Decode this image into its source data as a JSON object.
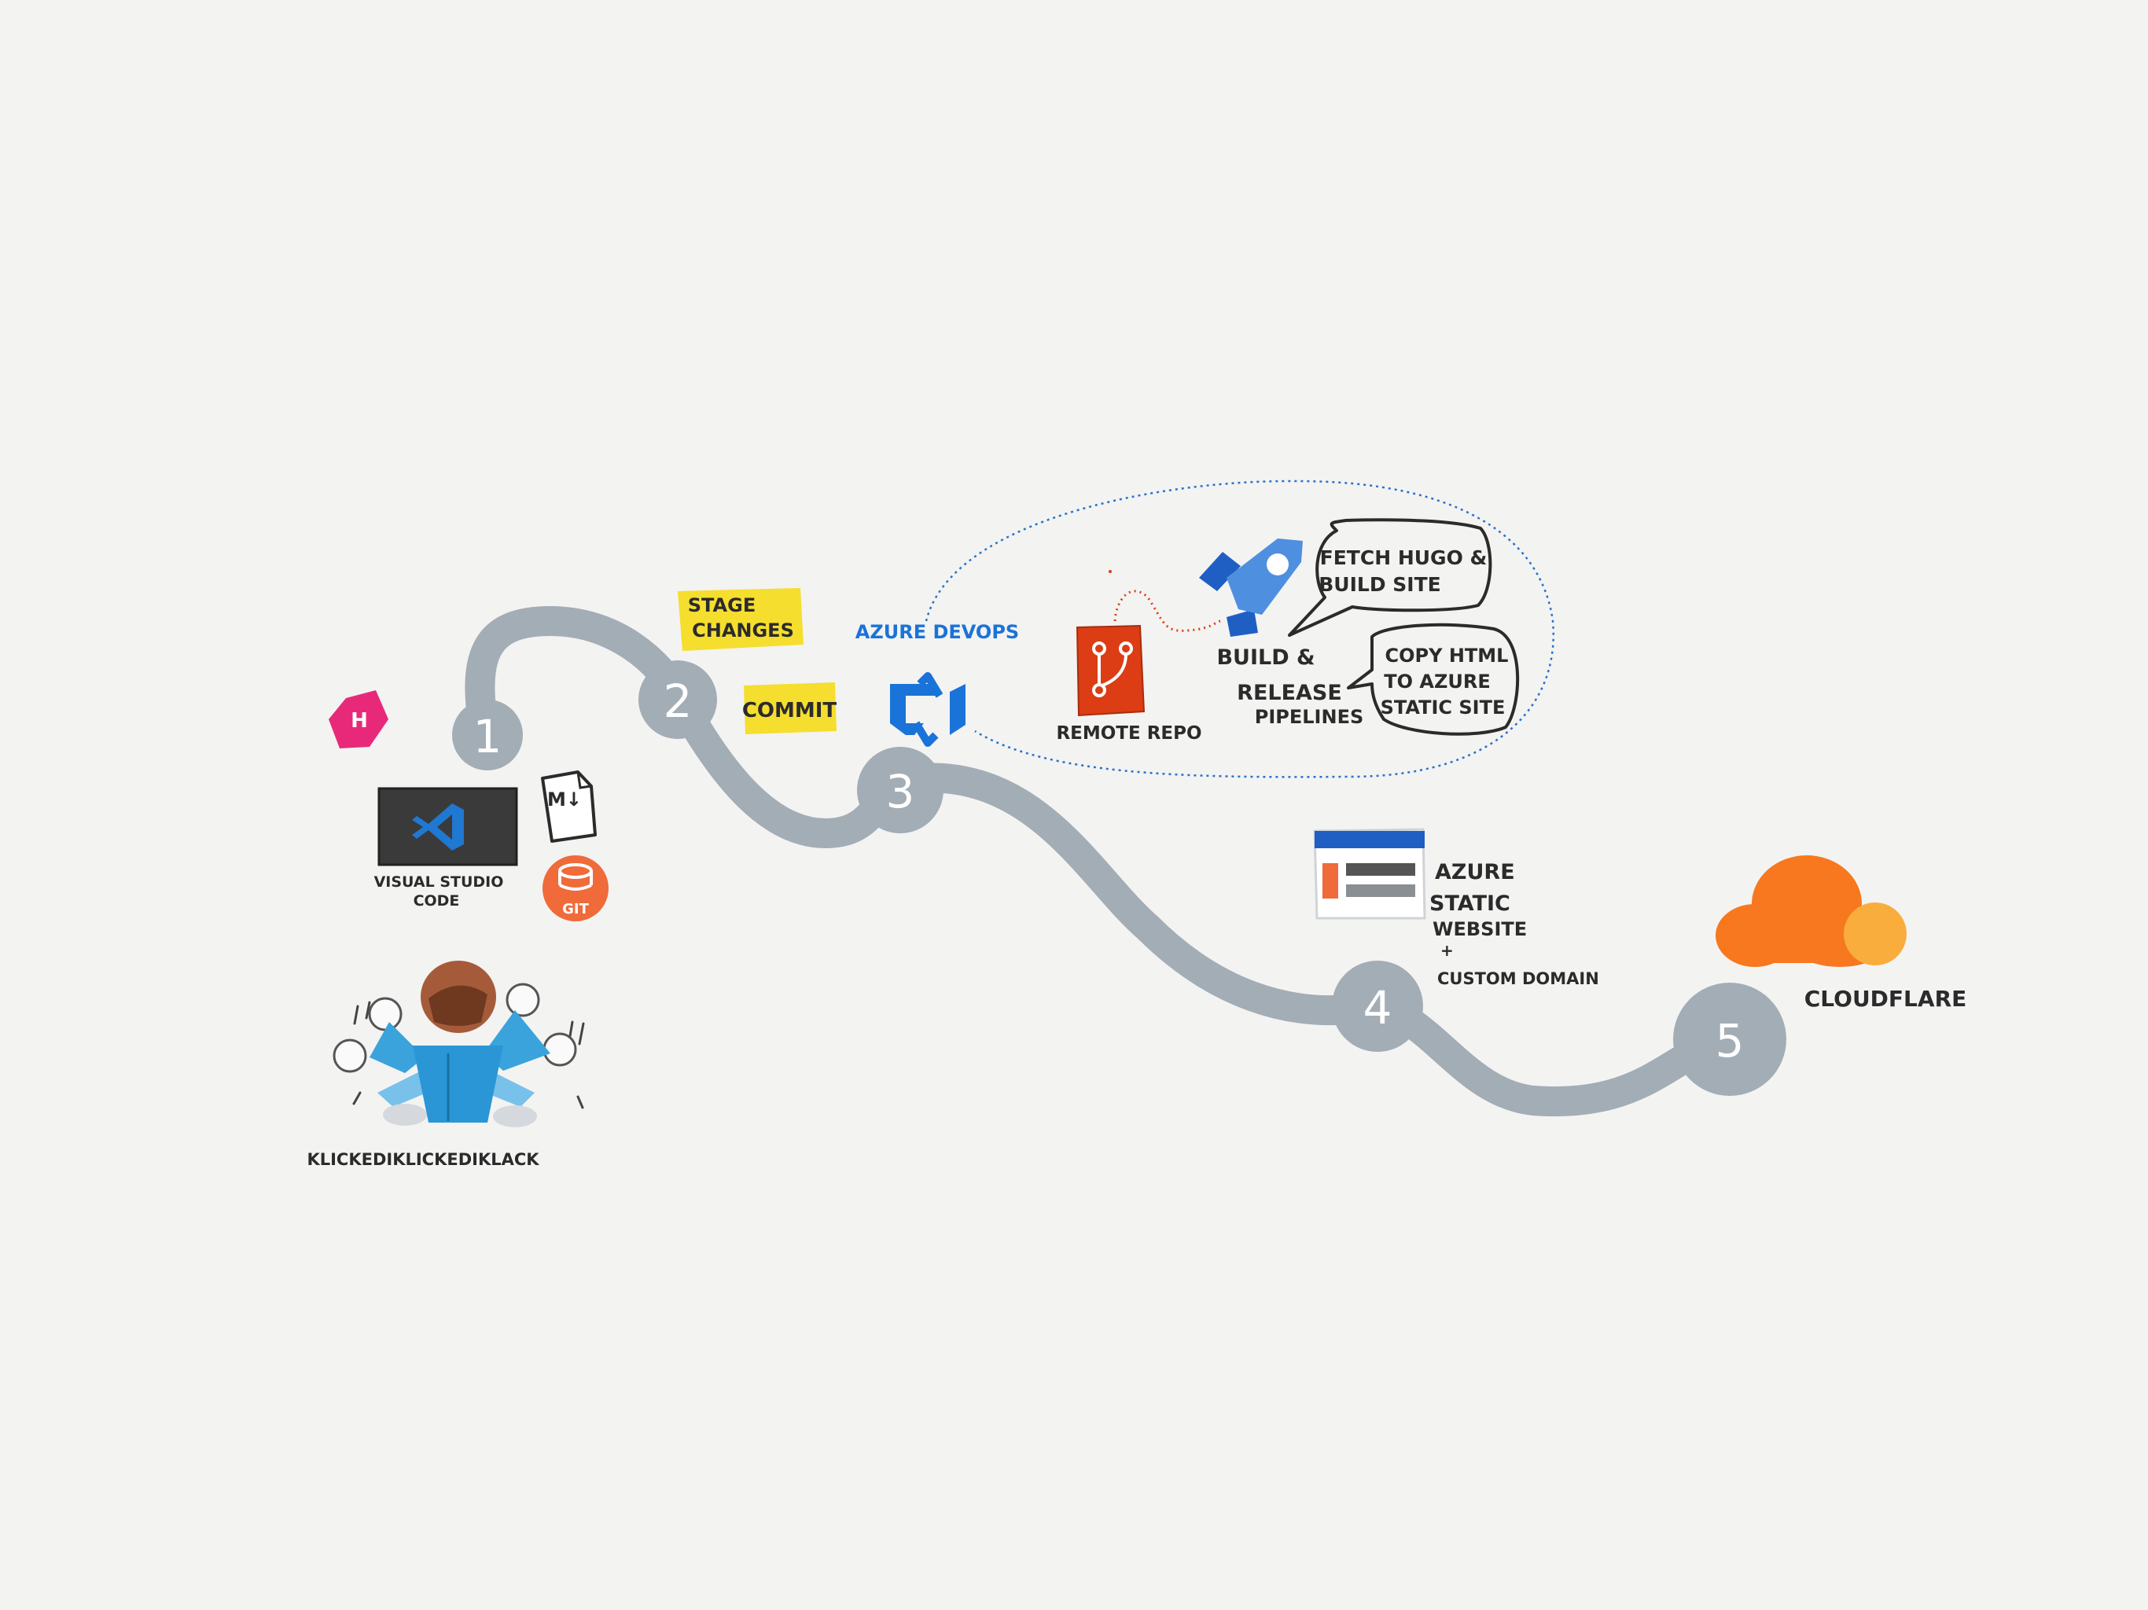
{
  "colors": {
    "road": "#a3adb5",
    "sticky": "#f5de2e",
    "azure": "#1a73d8",
    "dotted_bubble": "#2a73c9",
    "git_orange": "#f06a3a",
    "repo_red": "#dc3d14",
    "hugo_pink": "#e8297a",
    "cloud_orange": "#f7781e",
    "cloud_yellow": "#f9ad3d",
    "ink": "#2b2b2b"
  },
  "steps": [
    "1",
    "2",
    "3",
    "4",
    "5"
  ],
  "labels": {
    "hugo_badge": "H",
    "markdown_file": "M↓",
    "git_badge": "GIT",
    "vscode_line1": "VISUAL STUDIO",
    "vscode_line2": "CODE",
    "person": "KLICKEDIKLICKEDIKLACK",
    "stage_line1": "STAGE",
    "stage_line2": "CHANGES",
    "commit": "COMMIT",
    "azure_devops": "AZURE DEVOPS",
    "remote_repo": "REMOTE REPO",
    "pipelines_line1": "BUILD &",
    "pipelines_line2": "RELEASE",
    "pipelines_line3": "PIPELINES",
    "bubble_fetch_line1": "FETCH HUGO &",
    "bubble_fetch_line2": "BUILD SITE",
    "bubble_copy_line1": "COPY HTML",
    "bubble_copy_line2": "TO AZURE",
    "bubble_copy_line3": "STATIC SITE",
    "azure_static_line1": "AZURE",
    "azure_static_line2": "STATIC",
    "azure_static_line3": "WEBSITE",
    "azure_static_line4": "+",
    "azure_static_line5": "CUSTOM DOMAIN",
    "cloudflare": "CLOUDFLARE"
  },
  "icons": [
    "hugo-icon",
    "vscode-icon",
    "markdown-file-icon",
    "git-icon",
    "person-icon",
    "azure-devops-icon",
    "git-repo-icon",
    "pipelines-rocket-icon",
    "static-website-icon",
    "cloudflare-cloud-icon"
  ]
}
